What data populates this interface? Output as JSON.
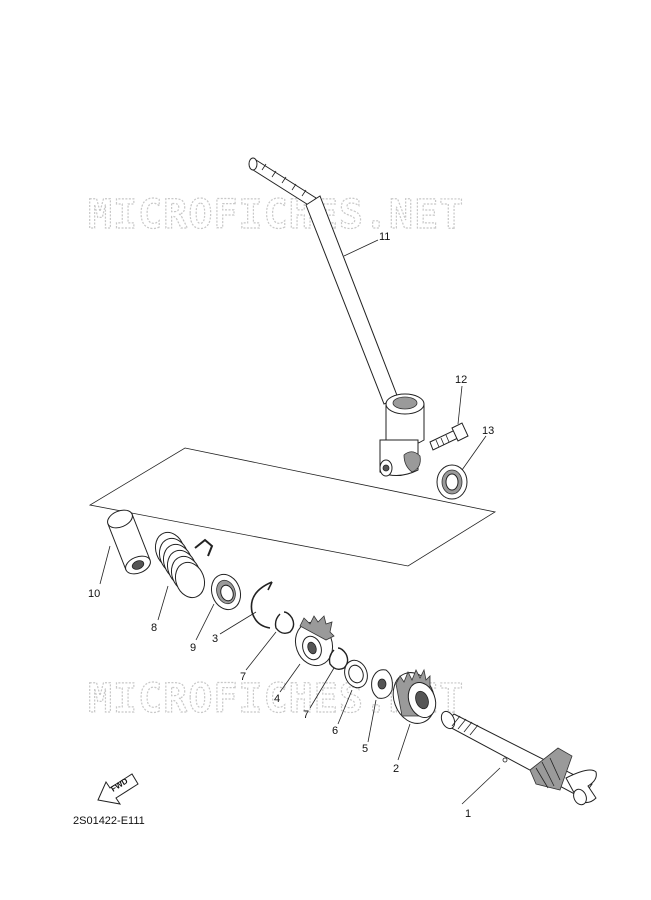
{
  "watermark": "MICROFICHES.NET",
  "diagram_code": "2S01422-E111",
  "fwd_label": "FWD",
  "callouts": [
    {
      "id": "c1",
      "label": "1"
    },
    {
      "id": "c2",
      "label": "2"
    },
    {
      "id": "c3",
      "label": "3"
    },
    {
      "id": "c4",
      "label": "4"
    },
    {
      "id": "c5",
      "label": "5"
    },
    {
      "id": "c6",
      "label": "6"
    },
    {
      "id": "c7a",
      "label": "7"
    },
    {
      "id": "c7b",
      "label": "7"
    },
    {
      "id": "c8",
      "label": "8"
    },
    {
      "id": "c9",
      "label": "9"
    },
    {
      "id": "c10",
      "label": "10"
    },
    {
      "id": "c11",
      "label": "11"
    },
    {
      "id": "c12",
      "label": "12"
    },
    {
      "id": "c13",
      "label": "13"
    }
  ]
}
